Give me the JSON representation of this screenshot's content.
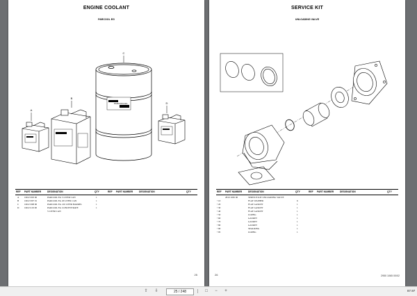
{
  "left_page": {
    "title": "ENGINE COOLANT",
    "subtitle": "PARCOOL EG",
    "columns": [
      "REF",
      "PART NUMBER",
      "DESIGNATION",
      "QTY",
      "REF",
      "PART NUMBER",
      "DESIGNATION",
      "QTY"
    ],
    "rows": [
      {
        "ref": "A",
        "part": "1604 5303 00",
        "designation": "PARCOOL EG 5 LITER CAN",
        "qty": "1"
      },
      {
        "ref": "B",
        "part": "1604 5307 01",
        "designation": "PARCOOL EG 20 LITER CAN",
        "qty": "1"
      },
      {
        "ref": "C",
        "part": "1604 5308 00",
        "designation": "PARCOOL EG 210 LITER BARREL",
        "qty": "1"
      },
      {
        "ref": "D",
        "part": "1604 5119 00",
        "designation": "PARCOOL EG CONCENTRATE",
        "qty": "1"
      },
      {
        "ref": "",
        "part": "",
        "designation": "5 LITER CAN",
        "qty": ""
      }
    ],
    "callouts": [
      "A",
      "B",
      "C",
      "D"
    ],
    "drum_label": "PARCOOL EG",
    "page_number": "25"
  },
  "right_page": {
    "title": "SERVICE KIT",
    "subtitle": "UNLOADING VALVE",
    "columns": [
      "REF",
      "PART NUMBER",
      "DESIGNATION",
      "QTY",
      "REF",
      "PART NUMBER",
      "DESIGNATION",
      "QTY"
    ],
    "rows": [
      {
        "ref": "",
        "part": "2810 1065 00",
        "designation": "SERVICE KIT UNLOADING VALVE",
        "qty": ""
      },
      {
        "ref": "• 10",
        "part": "",
        "designation": "FLAT WASHER",
        "qty": "6"
      },
      {
        "ref": "• 20",
        "part": "",
        "designation": "FLAT GASKET",
        "qty": "1"
      },
      {
        "ref": "• 30",
        "part": "",
        "designation": "FLAT GASKET",
        "qty": "1"
      },
      {
        "ref": "• 40",
        "part": "",
        "designation": "FLAT GASKET",
        "qty": "1"
      },
      {
        "ref": "• 50",
        "part": "",
        "designation": "O-RING",
        "qty": "1"
      },
      {
        "ref": "• 60",
        "part": "",
        "designation": "GASKET",
        "qty": "1"
      },
      {
        "ref": "• 70",
        "part": "",
        "designation": "GASKET",
        "qty": "1"
      },
      {
        "ref": "• 80",
        "part": "",
        "designation": "GASKET",
        "qty": "1"
      },
      {
        "ref": "• 90",
        "part": "",
        "designation": "SEALRING",
        "qty": "1"
      },
      {
        "ref": "• 95",
        "part": "",
        "designation": "O-RING",
        "qty": "1"
      }
    ],
    "page_number": "26",
    "doc_number": "2950 1065 00/02"
  },
  "toolbar": {
    "page_indicator": "25 / 248",
    "zoom": "87.97",
    "icons": [
      "page-up-icon",
      "page-down-icon",
      "fit-width-icon",
      "zoom-out-icon",
      "zoom-in-icon"
    ]
  }
}
